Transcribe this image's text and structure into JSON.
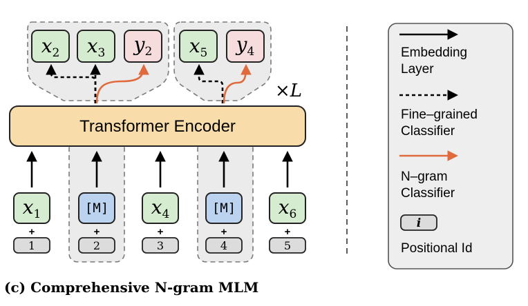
{
  "encoder": {
    "label": "Transformer Encoder",
    "repeat": "×L"
  },
  "outputs": {
    "group1": [
      {
        "main": "x",
        "sub": "2",
        "kind": "fine"
      },
      {
        "main": "x",
        "sub": "3",
        "kind": "fine"
      },
      {
        "main": "y",
        "sub": "2",
        "kind": "ngram"
      }
    ],
    "group2": [
      {
        "main": "x",
        "sub": "5",
        "kind": "fine"
      },
      {
        "main": "y",
        "sub": "4",
        "kind": "ngram"
      }
    ]
  },
  "inputs": [
    {
      "type": "token",
      "main": "x",
      "sub": "1",
      "plus": "+",
      "pos": "1"
    },
    {
      "type": "mask",
      "label": "[M]",
      "plus": "+",
      "pos": "2"
    },
    {
      "type": "token",
      "main": "x",
      "sub": "4",
      "plus": "+",
      "pos": "3"
    },
    {
      "type": "mask",
      "label": "[M]",
      "plus": "+",
      "pos": "4"
    },
    {
      "type": "token",
      "main": "x",
      "sub": "6",
      "plus": "+",
      "pos": "5"
    }
  ],
  "legend": {
    "embedding": {
      "line1": "Embedding",
      "line2": "Layer"
    },
    "fine": {
      "line1": "Fine–grained",
      "line2": "Classifier"
    },
    "ngram": {
      "line1": "N–gram",
      "line2": "Classifier"
    },
    "positional": {
      "symbol": "i",
      "label": "Positional Id"
    }
  },
  "caption": "(c) Comprehensive N-gram MLM",
  "colors": {
    "green_fill": "#d6ecd0",
    "blue_fill": "#bcd3f0",
    "pink_fill": "#f6dcdc",
    "encoder_fill": "#f8dcaa",
    "gray_fill": "#dcdcdc",
    "group_fill": "#ebebeb",
    "orange": "#e06a3c",
    "legend_fill": "#eeeeee"
  }
}
